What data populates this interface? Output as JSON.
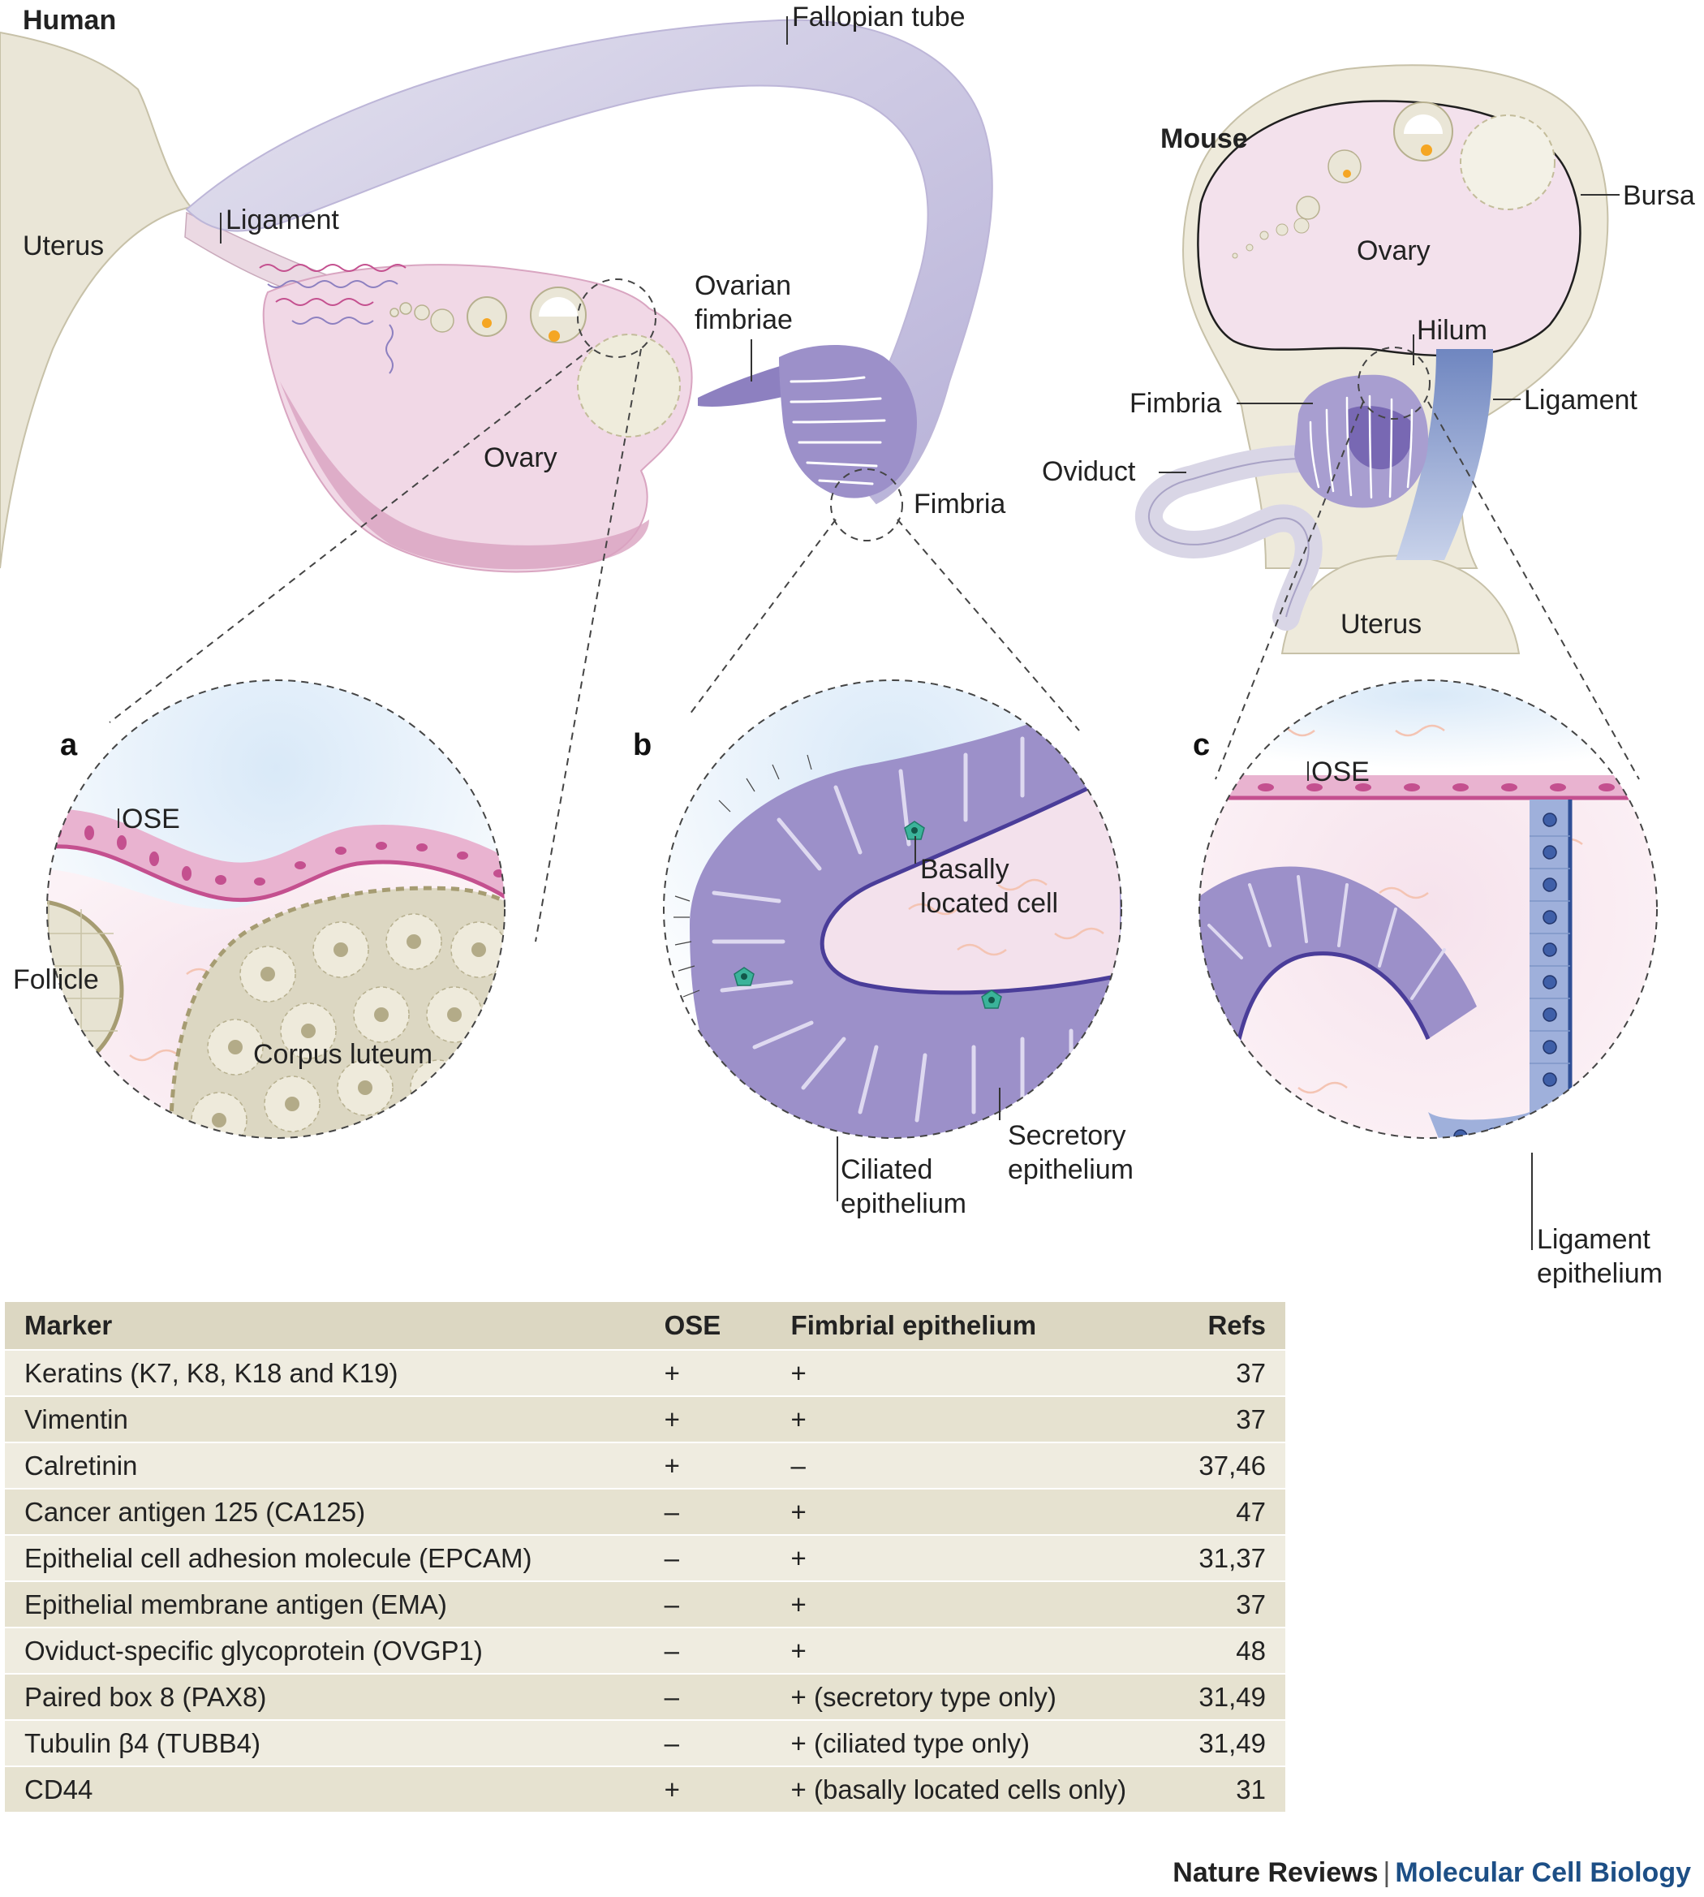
{
  "human": {
    "title": "Human",
    "labels": {
      "fallopian_tube": "Fallopian tube",
      "uterus": "Uterus",
      "ligament": "Ligament",
      "ovarian_fimbriae_1": "Ovarian",
      "ovarian_fimbriae_2": "fimbriae",
      "ovary": "Ovary",
      "fimbria": "Fimbria"
    }
  },
  "mouse": {
    "title": "Mouse",
    "labels": {
      "bursa": "Bursa",
      "ovary": "Ovary",
      "hilum": "Hilum",
      "fimbria": "Fimbria",
      "ligament": "Ligament",
      "oviduct": "Oviduct",
      "uterus": "Uterus"
    }
  },
  "panels": {
    "a": {
      "letter": "a",
      "ose": "OSE",
      "follicle": "Follicle",
      "corpus_luteum": "Corpus luteum"
    },
    "b": {
      "letter": "b",
      "basal_1": "Basally",
      "basal_2": "located cell",
      "secretory_1": "Secretory",
      "secretory_2": "epithelium",
      "ciliated_1": "Ciliated",
      "ciliated_2": "epithelium"
    },
    "c": {
      "letter": "c",
      "ose": "OSE",
      "ligament_1": "Ligament",
      "ligament_2": "epithelium"
    }
  },
  "colors": {
    "ovary_pink": "#f1d8e6",
    "ose_magenta": "#c4508f",
    "fimbria_purple": "#8d80c0",
    "tube_lavender": "#dcdaea",
    "beige": "#dcd7c2",
    "ligament_blue": "#7f95c8",
    "cell_teal": "#3bb39a"
  },
  "table": {
    "headers": [
      "Marker",
      "OSE",
      "Fimbrial epithelium",
      "Refs"
    ],
    "rows": [
      [
        "Keratins (K7, K8, K18 and K19)",
        "+",
        "+",
        "37"
      ],
      [
        "Vimentin",
        "+",
        "+",
        "37"
      ],
      [
        "Calretinin",
        "+",
        "–",
        "37,46"
      ],
      [
        "Cancer antigen 125 (CA125)",
        "–",
        "+",
        "47"
      ],
      [
        "Epithelial cell adhesion molecule (EPCAM)",
        "–",
        "+",
        "31,37"
      ],
      [
        "Epithelial membrane antigen (EMA)",
        "–",
        "+",
        "37"
      ],
      [
        "Oviduct-specific glycoprotein (OVGP1)",
        "–",
        "+",
        "48"
      ],
      [
        "Paired box 8 (PAX8)",
        "–",
        "+ (secretory type only)",
        "31,49"
      ],
      [
        "Tubulin β4 (TUBB4)",
        "–",
        "+ (ciliated type only)",
        "31,49"
      ],
      [
        "CD44",
        "+",
        "+ (basally located cells only)",
        "31"
      ]
    ]
  },
  "footer": {
    "journal": "Nature Reviews",
    "separator": "|",
    "subjournal": "Molecular Cell Biology"
  }
}
